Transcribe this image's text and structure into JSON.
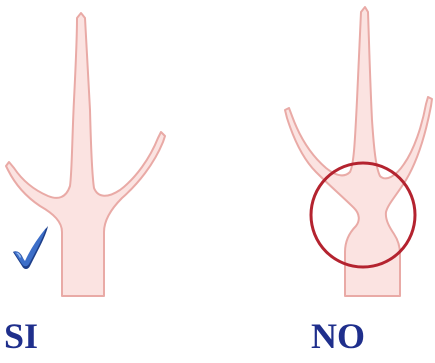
{
  "labels": {
    "left": "SI",
    "right": "NO"
  },
  "icons": {
    "left_marker": "checkmark-icon",
    "right_marker": "circle-highlight"
  },
  "colors": {
    "shape_fill": "#fbe3e1",
    "shape_stroke": "#e9aaa6",
    "circle_stroke": "#b4232f",
    "check_fill": "#3d6fc9",
    "check_dark": "#1e3f8a",
    "label_text": "#1f2f8c"
  }
}
